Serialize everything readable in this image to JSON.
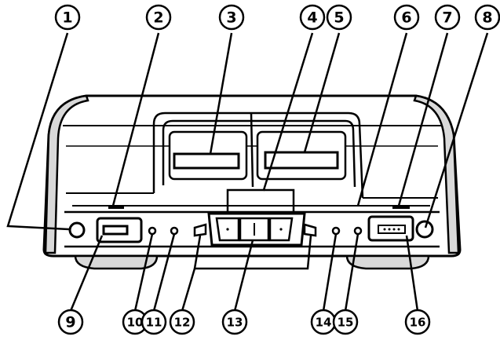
{
  "callouts": {
    "top": [
      "1",
      "2",
      "3",
      "4",
      "5",
      "6",
      "7",
      "8"
    ],
    "bottom": [
      "9",
      "10",
      "11",
      "12",
      "13",
      "14",
      "15",
      "16"
    ]
  },
  "colors": {
    "ink": "#000000",
    "paper": "#ffffff",
    "shade": "#d9d9d9"
  }
}
